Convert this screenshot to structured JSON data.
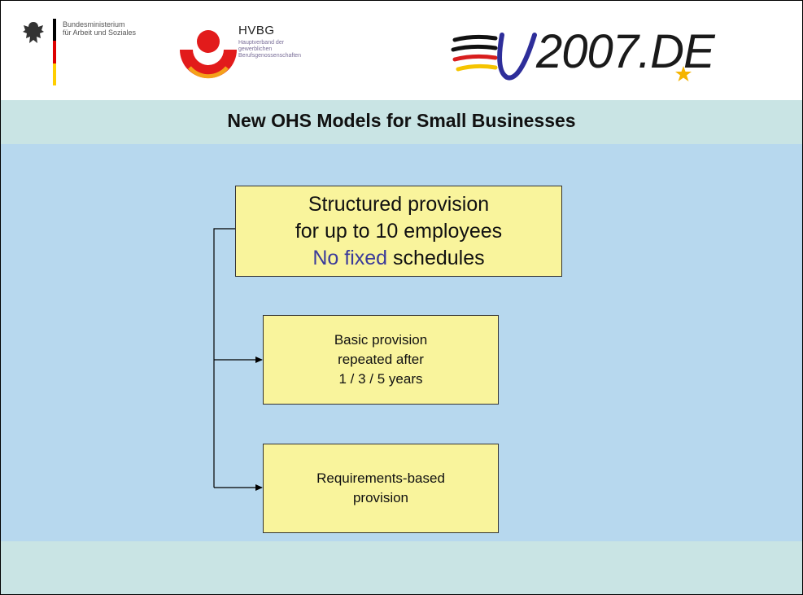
{
  "header": {
    "ministry_line1": "Bundesministerium",
    "ministry_line2": "für Arbeit und Soziales",
    "hvbg_title": "HVBG",
    "hvbg_sub1": "Hauptverband der",
    "hvbg_sub2": "gewerblichen",
    "hvbg_sub3": "Berufsgenossenschaften",
    "eu_text": "2007.DE"
  },
  "title": "New OHS Models for Small Businesses",
  "diagram": {
    "main_box": {
      "line1": "Structured provision",
      "line2": "for up to 10 employees",
      "line3_highlight": "No fixed",
      "line3_rest": " schedules"
    },
    "basic_box": {
      "line1": "Basic provision",
      "line2": "repeated after",
      "line3": "1 / 3 / 5 years"
    },
    "req_box": {
      "line1": "Requirements-based",
      "line2": "provision"
    }
  },
  "colors": {
    "main_bg": "#b7d8ee",
    "band_bg": "#c9e4e4",
    "box_fill": "#f9f49c",
    "highlight_text": "#3b3b9a"
  }
}
